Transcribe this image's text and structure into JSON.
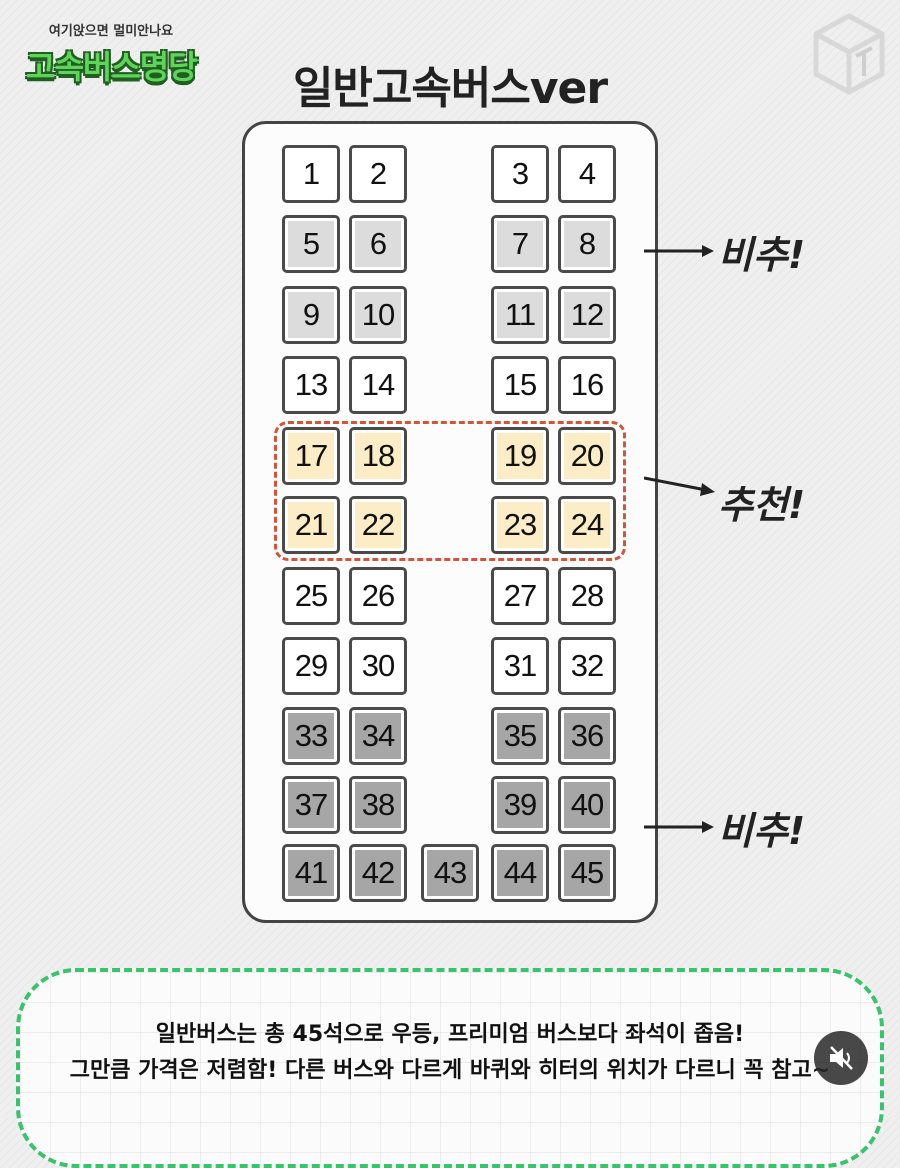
{
  "brand": {
    "subtitle": "여기앉으면 멀미안나요",
    "name": "고속버스명당"
  },
  "title": "일반고속버스ver",
  "seats": [
    {
      "n": "1",
      "tone": "white",
      "col": 0,
      "row": 0
    },
    {
      "n": "2",
      "tone": "white",
      "col": 1,
      "row": 0
    },
    {
      "n": "3",
      "tone": "white",
      "col": 3,
      "row": 0
    },
    {
      "n": "4",
      "tone": "white",
      "col": 4,
      "row": 0
    },
    {
      "n": "5",
      "tone": "light",
      "col": 0,
      "row": 1
    },
    {
      "n": "6",
      "tone": "light",
      "col": 1,
      "row": 1
    },
    {
      "n": "7",
      "tone": "light",
      "col": 3,
      "row": 1
    },
    {
      "n": "8",
      "tone": "light",
      "col": 4,
      "row": 1
    },
    {
      "n": "9",
      "tone": "light",
      "col": 0,
      "row": 2
    },
    {
      "n": "10",
      "tone": "light",
      "col": 1,
      "row": 2
    },
    {
      "n": "11",
      "tone": "light",
      "col": 3,
      "row": 2
    },
    {
      "n": "12",
      "tone": "light",
      "col": 4,
      "row": 2
    },
    {
      "n": "13",
      "tone": "white",
      "col": 0,
      "row": 3
    },
    {
      "n": "14",
      "tone": "white",
      "col": 1,
      "row": 3
    },
    {
      "n": "15",
      "tone": "white",
      "col": 3,
      "row": 3
    },
    {
      "n": "16",
      "tone": "white",
      "col": 4,
      "row": 3
    },
    {
      "n": "17",
      "tone": "yellow",
      "col": 0,
      "row": 4
    },
    {
      "n": "18",
      "tone": "yellow",
      "col": 1,
      "row": 4
    },
    {
      "n": "19",
      "tone": "yellow",
      "col": 3,
      "row": 4
    },
    {
      "n": "20",
      "tone": "yellow",
      "col": 4,
      "row": 4
    },
    {
      "n": "21",
      "tone": "yellow",
      "col": 0,
      "row": 5
    },
    {
      "n": "22",
      "tone": "yellow",
      "col": 1,
      "row": 5
    },
    {
      "n": "23",
      "tone": "yellow",
      "col": 3,
      "row": 5
    },
    {
      "n": "24",
      "tone": "yellow",
      "col": 4,
      "row": 5
    },
    {
      "n": "25",
      "tone": "white",
      "col": 0,
      "row": 6
    },
    {
      "n": "26",
      "tone": "white",
      "col": 1,
      "row": 6
    },
    {
      "n": "27",
      "tone": "white",
      "col": 3,
      "row": 6
    },
    {
      "n": "28",
      "tone": "white",
      "col": 4,
      "row": 6
    },
    {
      "n": "29",
      "tone": "white",
      "col": 0,
      "row": 7
    },
    {
      "n": "30",
      "tone": "white",
      "col": 1,
      "row": 7
    },
    {
      "n": "31",
      "tone": "white",
      "col": 3,
      "row": 7
    },
    {
      "n": "32",
      "tone": "white",
      "col": 4,
      "row": 7
    },
    {
      "n": "33",
      "tone": "dark",
      "col": 0,
      "row": 8
    },
    {
      "n": "34",
      "tone": "dark",
      "col": 1,
      "row": 8
    },
    {
      "n": "35",
      "tone": "dark",
      "col": 3,
      "row": 8
    },
    {
      "n": "36",
      "tone": "dark",
      "col": 4,
      "row": 8
    },
    {
      "n": "37",
      "tone": "dark",
      "col": 0,
      "row": 9
    },
    {
      "n": "38",
      "tone": "dark",
      "col": 1,
      "row": 9
    },
    {
      "n": "39",
      "tone": "dark",
      "col": 3,
      "row": 9
    },
    {
      "n": "40",
      "tone": "dark",
      "col": 4,
      "row": 9
    },
    {
      "n": "41",
      "tone": "dark",
      "col": 0,
      "row": 10
    },
    {
      "n": "42",
      "tone": "dark",
      "col": 1,
      "row": 10
    },
    {
      "n": "43",
      "tone": "dark",
      "col": 2,
      "row": 10
    },
    {
      "n": "44",
      "tone": "dark",
      "col": 3,
      "row": 10
    },
    {
      "n": "45",
      "tone": "dark",
      "col": 4,
      "row": 10
    }
  ],
  "notes": [
    {
      "label": "비추!"
    },
    {
      "label": "추천!"
    },
    {
      "label": "비추!"
    }
  ],
  "description": {
    "line1": "일반버스는 총 45석으로 우등, 프리미엄 버스보다 좌석이 좁음!",
    "line2": "그만큼 가격은 저렴함! 다른 버스와 다르게 바퀴와 히터의 위치가 다르니 꼭 참고~"
  },
  "colors": {
    "white": "#ffffff",
    "light": "#dcdcdc",
    "yellow": "#fcedc6",
    "dark": "#a6a6a6",
    "recommend_border": "#d2543a",
    "box_border": "#39c36a"
  }
}
